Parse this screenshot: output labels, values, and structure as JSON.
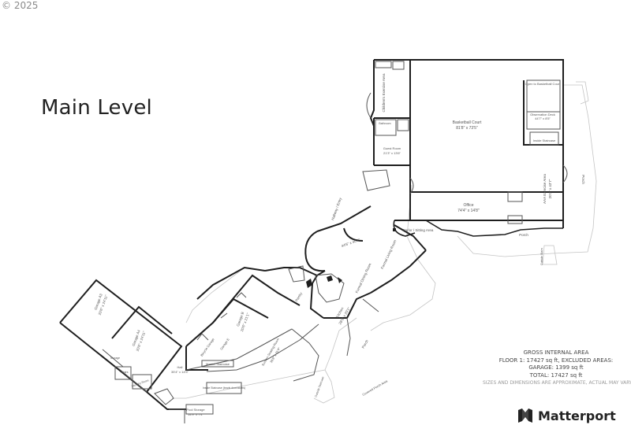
{
  "copyright": "© 2025",
  "title": "Main Level",
  "rooms": {
    "childrens_exercise": "Children's Exercise Area",
    "basketball": {
      "name": "Basketball Court",
      "dims": "81'8\" x 73'5\""
    },
    "open_to_basketball": "Open to Basketball Court",
    "observation_deck": {
      "name": "Observation Deck",
      "dims": "44'7\" x 8'5\""
    },
    "inside_staircase": "Inside Staircase",
    "guest_room": {
      "name": "Guest Room",
      "dims": "21'3\" x 13'6\""
    },
    "bathroom": "Bathroom",
    "aaa_exercise": {
      "name": "AAA Exercise Area",
      "dims": "20'3\" x 43'7\""
    },
    "porch_right": "Porch",
    "office": {
      "name": "Office",
      "dims": "74'4\" x 14'8\""
    },
    "hallway_entry": "Hallway / Entry",
    "parlor": "Parlor / Sitting Area",
    "porch_office": "Porch",
    "outside_stairs": "Outside Stairs",
    "central_dims": "44'6\" x 40'1\"",
    "formal_living": "Formal Living Room",
    "formal_dining": "Formal Dining Room",
    "pantry": "Pantry",
    "kitchen": {
      "name": "Kitchen",
      "dims": "28'9\" x 20'1\""
    },
    "porch_lower": "Porch",
    "garage_a3": {
      "name": "Garage A3",
      "dims": "20'6\" x 24'11\""
    },
    "garage_a4": {
      "name": "Garage A4",
      "dims": "20'6\" x 24'11\""
    },
    "garage_b": {
      "name": "Garage B",
      "dims": "20'6\" x 21'1\""
    },
    "garage_e": "Garage E",
    "bicycle_garage": "Bicycle Garage",
    "master_staircase": "Master Staircase",
    "hall": {
      "name": "Hall",
      "dims": "35'4\" x 14'5\""
    },
    "storage": "Storage",
    "stairs": "Stairs",
    "laundry": "Laundry Room",
    "inside_staircase_down": "Inside Staircase (leads downstairs)",
    "pool_storage": {
      "name": "Pool Storage",
      "dims": "14'9\" x 7'4\""
    },
    "sunken_seating": {
      "name": "Sunken Seating Room",
      "dims": "36'8\" x 31'4\""
    },
    "covered_porch": "Covered Porch Area",
    "outside_staircase": "Outside Staircase"
  },
  "area": {
    "heading": "GROSS INTERNAL AREA",
    "floor1": "FLOOR 1: 17427 sq ft, EXCLUDED AREAS:",
    "garage": "GARAGE: 1399 sq ft",
    "total": "TOTAL: 17427 sq ft",
    "note": "SIZES AND DIMENSIONS ARE APPROXIMATE, ACTUAL MAY VARY."
  },
  "brand": "Matterport",
  "colors": {
    "wall": "#222222",
    "thin": "#666666",
    "outline": "#bdbdbd"
  }
}
